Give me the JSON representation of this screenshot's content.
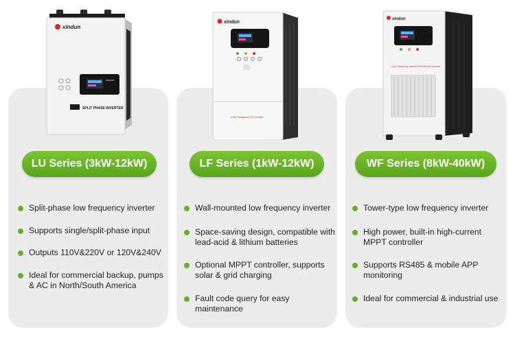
{
  "colors": {
    "accent_green": "#62b224",
    "card_bg": "#ececec",
    "logo_red": "#d7282f"
  },
  "brand": {
    "logo_text": "xindun"
  },
  "products": [
    {
      "series_label": "LU Series (3kW-12kW)",
      "device_print": "SPLIT PHASE INVERTER",
      "features": [
        "Split-phase low frequency inverter",
        "Supports single/split-phase input",
        "Outputs 110V&220V or 120V&240V",
        "Ideal for commercial backup, pumps & AC in North/South America"
      ]
    },
    {
      "series_label": "LF Series (1kW-12kW)",
      "device_print": "Low Frequency Pv Inverter",
      "features": [
        "Wall-mounted low frequency inverter",
        "Space-saving design, compatible with lead-acid & lithium batteries",
        "Optional MPPT controller, supports solar & grid charging",
        "Fault code query for easy maintenance"
      ]
    },
    {
      "series_label": "WF Series (8kW-40kW)",
      "device_print": "Low Frequency Inverter Pv/Grid Ups Inverter",
      "features": [
        "Tower-type low frequency inverter",
        "High power, built-in high-current MPPT controller",
        "Supports RS485 & mobile APP monitoring",
        "Ideal for commercial & industrial use"
      ]
    }
  ]
}
